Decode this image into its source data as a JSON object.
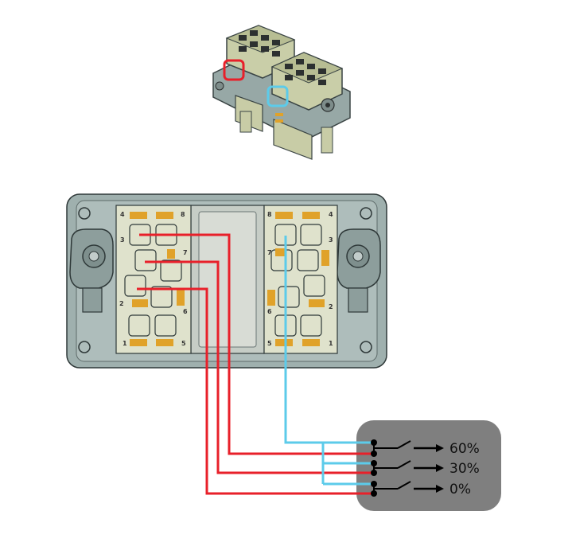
{
  "colors": {
    "red_wire": "#e8202a",
    "blue_wire": "#5ccbea",
    "housing": "#9fb0ae",
    "insert": "#dfe2cc",
    "contact": "#e0a22a",
    "switch_box": "#7f7f7f"
  },
  "connector": {
    "left_insert_pins": [
      "4",
      "8",
      "3",
      "7",
      "2",
      "6",
      "1",
      "5"
    ],
    "right_insert_pins": [
      "4",
      "8",
      "3",
      "7",
      "2",
      "6",
      "1",
      "5"
    ]
  },
  "switch_box": {
    "outputs": [
      {
        "label": "60%"
      },
      {
        "label": "30%"
      },
      {
        "label": "0%"
      }
    ]
  }
}
